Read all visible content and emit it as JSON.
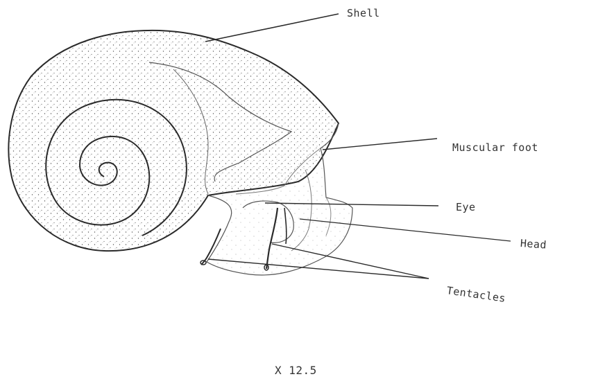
{
  "labels": {
    "shell": "Shell",
    "muscular_foot": "Muscular foot",
    "eye": "Eye",
    "head": "Head",
    "tentacles": "Tentacles"
  },
  "magnification": "X 12.5",
  "colors": {
    "ink": "#2a2a2a",
    "stipple": "#555555",
    "background": "#ffffff"
  }
}
